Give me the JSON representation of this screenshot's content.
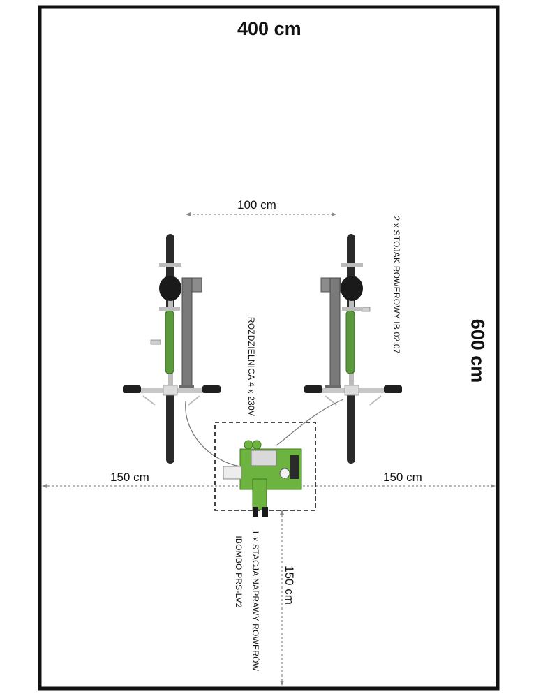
{
  "plan": {
    "width_label": "400 cm",
    "height_label": "600 cm",
    "rack_spacing_label": "100 cm",
    "left_margin_label": "150 cm",
    "right_margin_label": "150 cm",
    "bottom_margin_label": "150 cm",
    "rack_note": "2 x STOJAK ROWEROWY IB 02.07",
    "power_note": "ROZDZIELNICA 4 x 230V",
    "station_note_line1": "1 x STACJA NAPRAWY ROWERÓW",
    "station_note_line2": "IBOMBO PRS-LV2"
  },
  "colors": {
    "frame": "#111111",
    "bike_green": "#5b9a3c",
    "station_green": "#6cb33f",
    "rack_grey": "#7a7a7a",
    "dim_line": "#8a8a8a"
  }
}
